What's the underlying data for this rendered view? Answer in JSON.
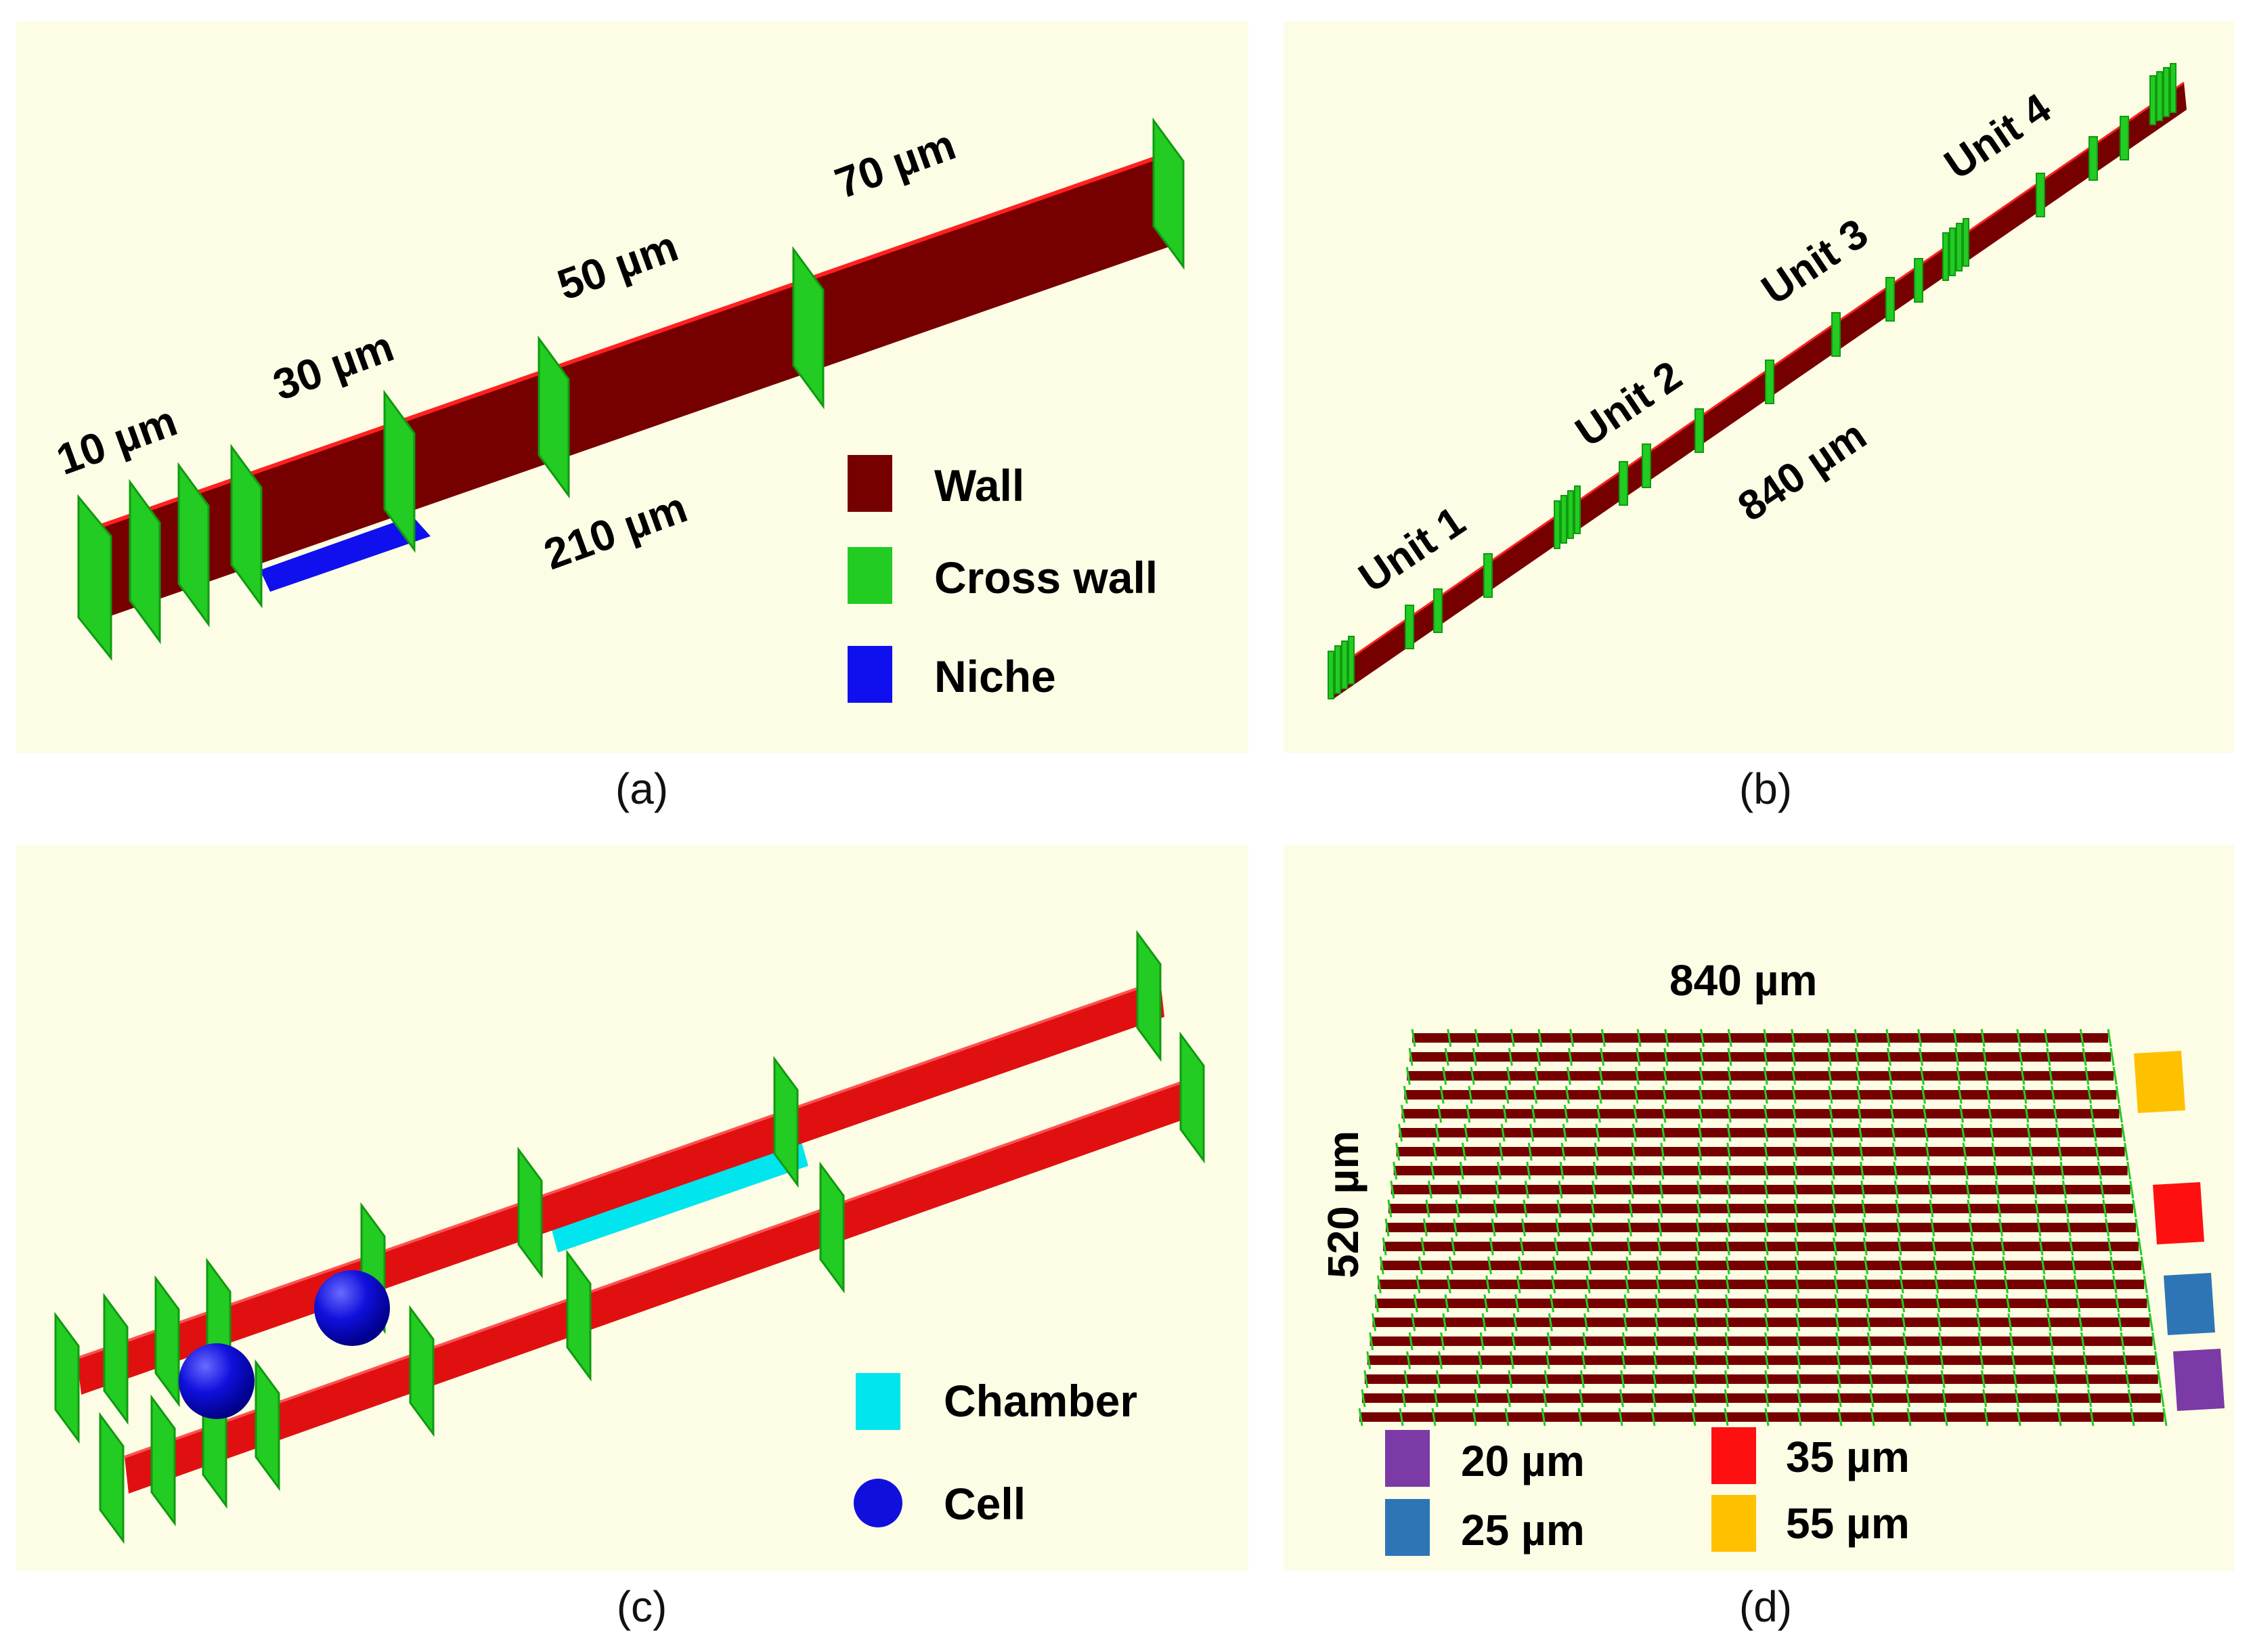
{
  "panels": {
    "a": {
      "caption": "(a)",
      "labels": {
        "d10": "10 µm",
        "d30": "30 µm",
        "d50": "50 µm",
        "d70": "70 µm",
        "length": "210 µm"
      },
      "legend": {
        "wall": "Wall",
        "cross_wall": "Cross wall",
        "niche": "Niche"
      }
    },
    "b": {
      "caption": "(b)",
      "labels": {
        "unit1": "Unit 1",
        "unit2": "Unit 2",
        "unit3": "Unit 3",
        "unit4": "Unit 4",
        "length": "840 µm"
      }
    },
    "c": {
      "caption": "(c)",
      "legend": {
        "chamber": "Chamber",
        "cell": "Cell"
      }
    },
    "d": {
      "caption": "(d)",
      "labels": {
        "width": "840 µm",
        "height": "520 µm"
      },
      "legend": {
        "s20": "20 µm",
        "s25": "25 µm",
        "s35": "35 µm",
        "s55": "55 µm"
      }
    }
  },
  "colors": {
    "background": "#fdfde6",
    "wall_dark": "#760000",
    "wall_red": "#e01010",
    "cross_wall": "#22cc22",
    "niche": "#1010ee",
    "chamber": "#00e5ee",
    "cell": "#1010dd",
    "purple": "#7b3aa6",
    "blue": "#2e75b6",
    "red": "#ff1010",
    "yellow": "#ffc000"
  }
}
